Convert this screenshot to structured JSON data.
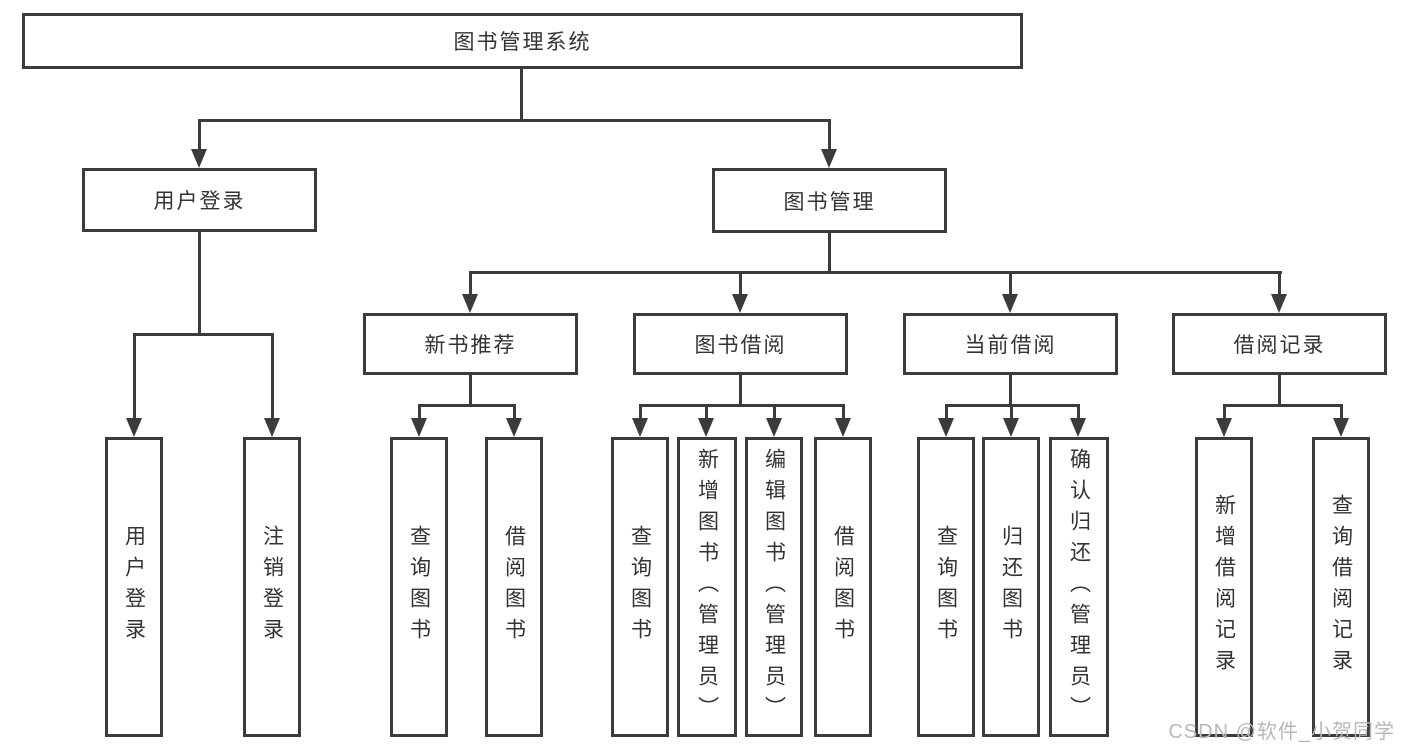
{
  "diagram": {
    "root": {
      "label": "图书管理系统"
    },
    "level2": [
      {
        "label": "用户登录"
      },
      {
        "label": "图书管理"
      }
    ],
    "level3": [
      {
        "label": "新书推荐"
      },
      {
        "label": "图书借阅"
      },
      {
        "label": "当前借阅"
      },
      {
        "label": "借阅记录"
      }
    ],
    "leaves": {
      "user_login": [
        {
          "label": "用户登录"
        },
        {
          "label": "注销登录"
        }
      ],
      "new_book_recommend": [
        {
          "label": "查询图书"
        },
        {
          "label": "借阅图书"
        }
      ],
      "book_borrowing": [
        {
          "label": "查询图书"
        },
        {
          "label": "新增图书（管理员）"
        },
        {
          "label": "编辑图书（管理员）"
        },
        {
          "label": "借阅图书"
        }
      ],
      "current_borrowing": [
        {
          "label": "查询图书"
        },
        {
          "label": "归还图书"
        },
        {
          "label": "确认归还（管理员）"
        }
      ],
      "borrowing_records": [
        {
          "label": "新增借阅记录"
        },
        {
          "label": "查询借阅记录"
        }
      ]
    }
  },
  "watermark": {
    "text": "CSDN @软件_小贺同学"
  },
  "colors": {
    "line": "#3b3b3b",
    "text": "#333333",
    "background": "#ffffff",
    "watermark": "#b8b8b8"
  }
}
